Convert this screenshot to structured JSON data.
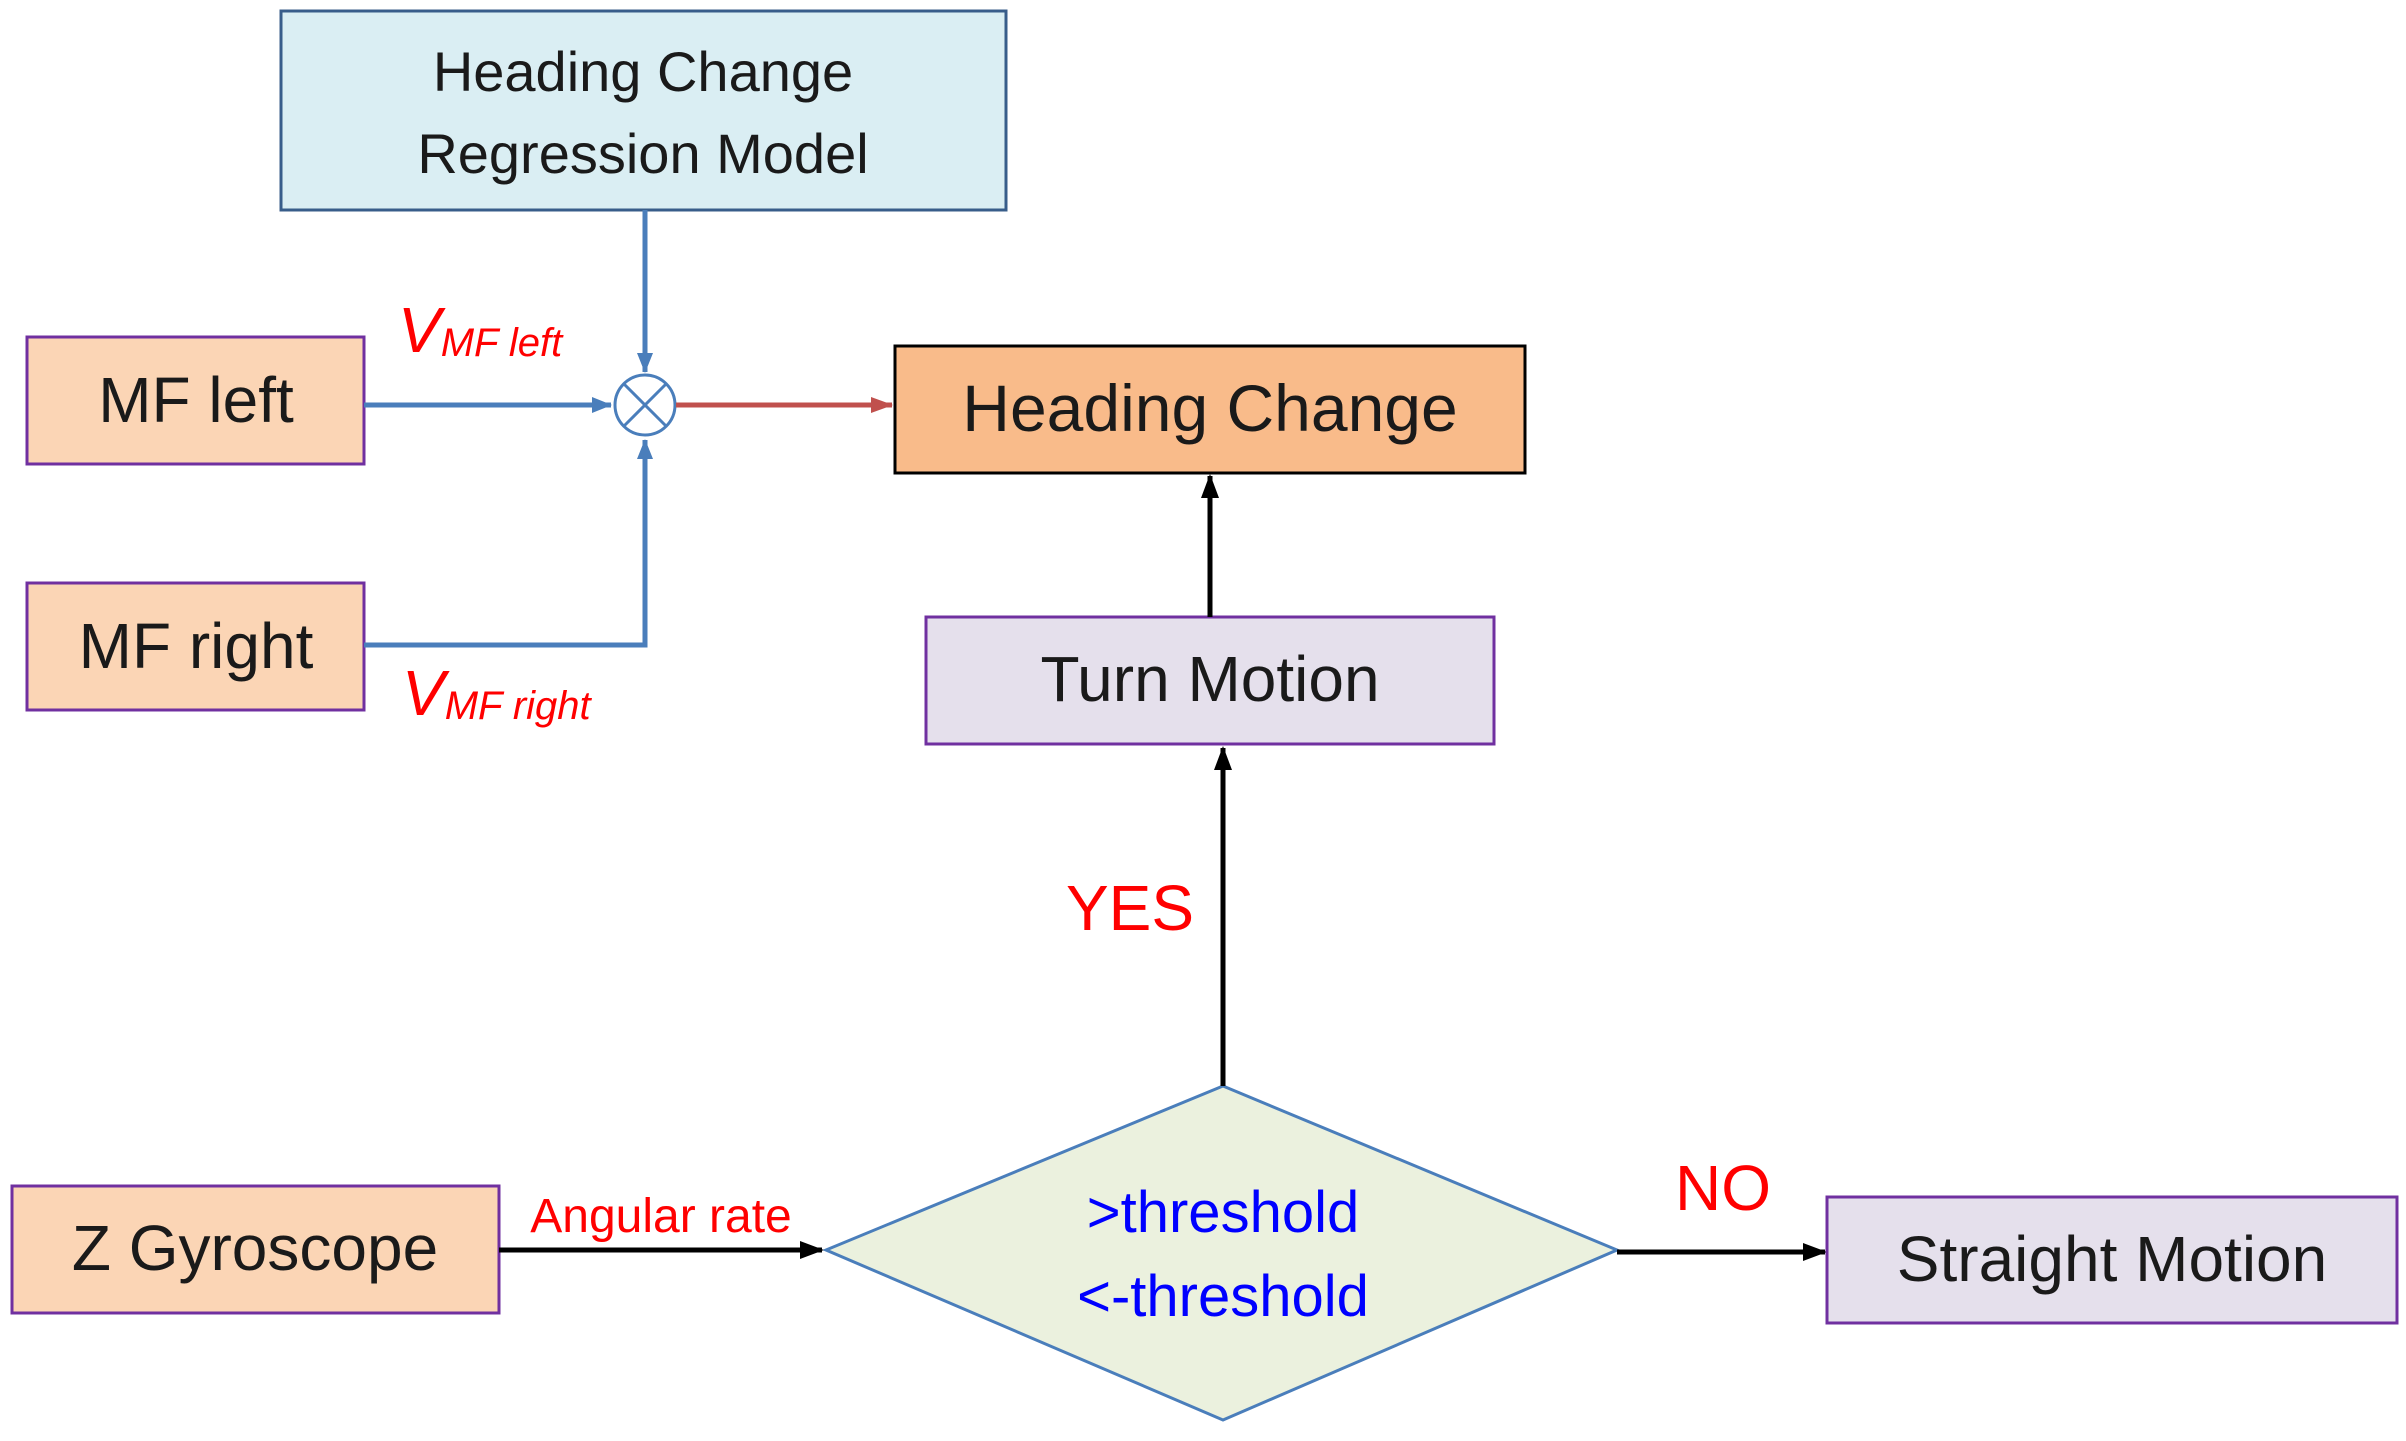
{
  "boxes": {
    "regression_model": {
      "line1": "Heading Change",
      "line2": "Regression Model"
    },
    "mf_left": "MF left",
    "mf_right": "MF right",
    "heading_change": "Heading Change",
    "turn_motion": "Turn Motion",
    "z_gyroscope": "Z Gyroscope",
    "straight_motion": "Straight Motion"
  },
  "decision": {
    "line1": ">threshold",
    "line2": "<-threshold"
  },
  "labels": {
    "v_left_main": "V",
    "v_left_sub": "MF left",
    "v_right_main": "V",
    "v_right_sub": "MF right",
    "angular_rate": "Angular rate",
    "yes": "YES",
    "no": "NO"
  },
  "colors": {
    "light_blue_fill": "#daeef3",
    "peach_fill": "#fbd5b5",
    "orange_fill": "#f9bb8a",
    "lavender_fill": "#e5e0ec",
    "diamond_fill": "#ebf1de",
    "blue_arrow": "#4a7ebb",
    "red_arrow": "#c0504d",
    "red_text": "#ff0000",
    "blue_text": "#0000ff",
    "purple_border": "#7030a0"
  }
}
